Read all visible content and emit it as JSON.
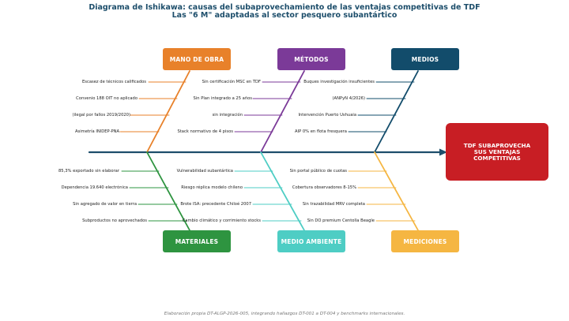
{
  "title_line1": "Diagrama de Ishikawa: causas del subaprovechamiento de las ventajas competitivas de TDF",
  "title_line2": "Las \"6 M\" adaptadas al sector pesquero subantártico",
  "effect": "TDF SUBAPROVECHA SUS VENTAJAS COMPETITIVAS",
  "footer": "Elaboración propia DT-ALGP-2026-005, integrando hallazgos DT-001 a DT-004 y benchmarks internacionales.",
  "colors": {
    "spine": "#1d4e6b",
    "effect": "#c81e24",
    "mano_de_obra": "#e8812a",
    "metodos": "#7b3a98",
    "medios": "#124c6b",
    "materiales": "#2e9440",
    "medio_ambiente": "#4ecdc4",
    "mediciones": "#f5b642"
  },
  "categories": {
    "mano_de_obra": {
      "label": "MANO DE OBRA",
      "causes": [
        "Escasez de técnicos calificados",
        "Convenio 188 OIT no aplicado",
        "(ilegal por fallos 2019/2020)",
        "Asimetría INIDEP-PNA"
      ]
    },
    "metodos": {
      "label": "MÉTODOS",
      "causes": [
        "Sin certificación MSC en TDF",
        "Sin Plan integrado a 25 años",
        "sin integración",
        "Stack normativo de 4 pisos"
      ]
    },
    "medios": {
      "label": "MEDIOS",
      "causes": [
        "Buques investigación insuficientes",
        "(ANPyN 4/2026)",
        "Intervención Puerto Ushuaia",
        "AIP 0% en flota fresquera"
      ]
    },
    "materiales": {
      "label": "MATERIALES",
      "causes": [
        "85,3% exportado sin elaborar",
        "Dependencia 19.640 electrónica",
        "Sin agregado de valor en tierra",
        "Subproductos no aprovechados"
      ]
    },
    "medio_ambiente": {
      "label": "MEDIO AMBIENTE",
      "causes": [
        "Vulnerabilidad subantártica",
        "Riesgo réplica modelo chileno",
        "Brote ISA: precedente Chiloé 2007",
        "Cambio climático y corrimiento stocks"
      ]
    },
    "mediciones": {
      "label": "MEDICIONES",
      "causes": [
        "Sin portal público de cuotas",
        "Cobertura observadores 8-15%",
        "Sin trazabilidad MRV completa",
        "Sin DO premium Centolla Beagle"
      ]
    }
  }
}
